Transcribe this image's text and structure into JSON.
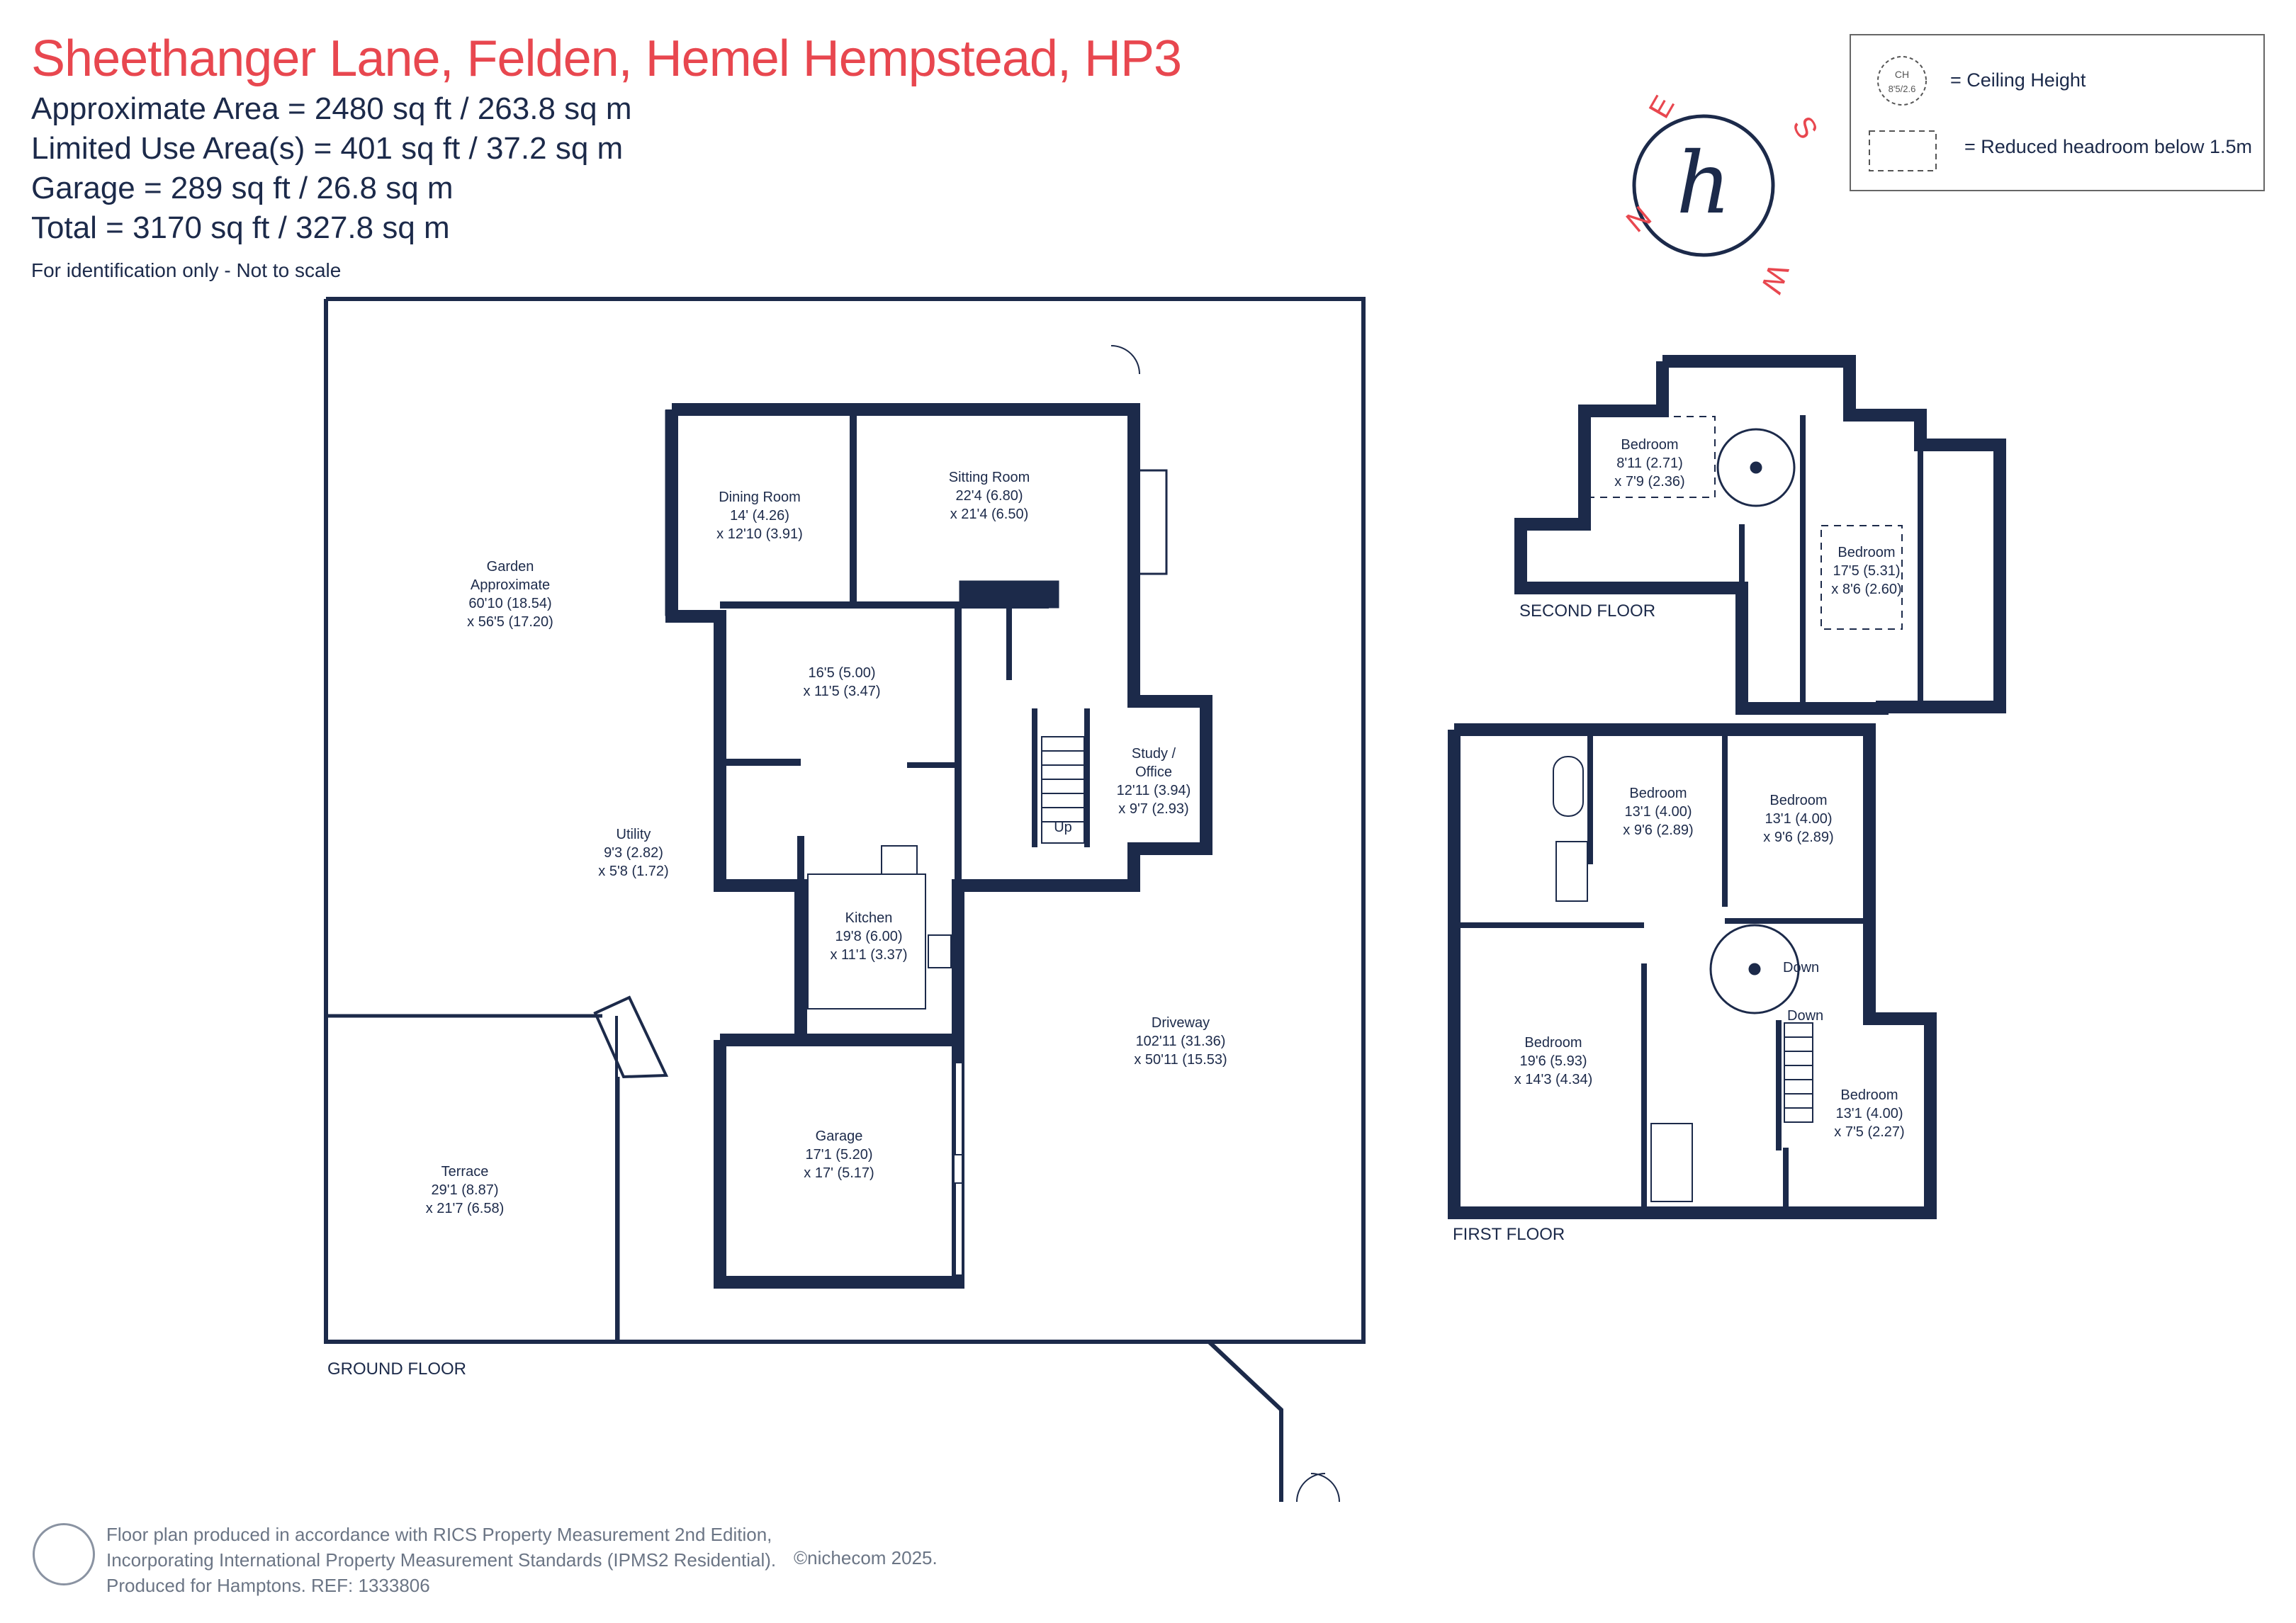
{
  "header": {
    "title": "Sheethanger Lane, Felden, Hemel Hempstead, HP3",
    "area_lines": [
      "Approximate Area = 2480 sq ft / 263.8 sq m",
      "Limited Use Area(s) = 401 sq ft / 37.2 sq m",
      "Garage = 289 sq ft / 26.8 sq m",
      "Total = 3170 sq ft / 327.8 sq m"
    ],
    "disclaimer": "For identification only - Not to scale"
  },
  "legend": {
    "ch_symbol_top": "CH",
    "ch_symbol_bottom": "8'5/2.6",
    "ceiling_height": "= Ceiling Height",
    "reduced_headroom": "= Reduced headroom below 1.5m"
  },
  "compass": {
    "n": "N",
    "e": "E",
    "s": "S",
    "w": "W",
    "logo": "h"
  },
  "floors": {
    "ground": "GROUND FLOOR",
    "first": "FIRST FLOOR",
    "second": "SECOND FLOOR"
  },
  "rooms": {
    "dining": [
      "Dining Room",
      "14' (4.26)",
      "x 12'10 (3.91)"
    ],
    "sitting": [
      "Sitting Room",
      "22'4 (6.80)",
      "x 21'4 (6.50)"
    ],
    "garden": [
      "Garden",
      "Approximate",
      "60'10 (18.54)",
      "x 56'5 (17.20)"
    ],
    "hall": [
      "16'5 (5.00)",
      "x 11'5 (3.47)"
    ],
    "study": [
      "Study /",
      "Office",
      "12'11 (3.94)",
      "x 9'7 (2.93)"
    ],
    "utility": [
      "Utility",
      "9'3 (2.82)",
      "x 5'8 (1.72)"
    ],
    "kitchen": [
      "Kitchen",
      "19'8 (6.00)",
      "x 11'1 (3.37)"
    ],
    "driveway": [
      "Driveway",
      "102'11 (31.36)",
      "x 50'11 (15.53)"
    ],
    "garage": [
      "Garage",
      "17'1 (5.20)",
      "x 17' (5.17)"
    ],
    "terrace": [
      "Terrace",
      "29'1 (8.87)",
      "x 21'7 (6.58)"
    ],
    "ff_bed1": [
      "Bedroom",
      "13'1 (4.00)",
      "x 9'6 (2.89)"
    ],
    "ff_bed2": [
      "Bedroom",
      "13'1 (4.00)",
      "x 9'6 (2.89)"
    ],
    "ff_bed3": [
      "Bedroom",
      "19'6 (5.93)",
      "x 14'3 (4.34)"
    ],
    "ff_bed4": [
      "Bedroom",
      "13'1 (4.00)",
      "x 7'5 (2.27)"
    ],
    "sf_bed1": [
      "Bedroom",
      "8'11 (2.71)",
      "x 7'9 (2.36)"
    ],
    "sf_bed2": [
      "Bedroom",
      "17'5 (5.31)",
      "x 8'6 (2.60)"
    ]
  },
  "stairs": {
    "up": "Up",
    "down": "Down"
  },
  "footer": {
    "lines": [
      "Floor plan produced in accordance with RICS Property Measurement 2nd Edition,",
      "Incorporating International Property Measurement Standards (IPMS2 Residential).",
      "Produced for Hamptons.   REF:  1333806"
    ],
    "copyright": "©nichecom 2025."
  },
  "colors": {
    "wall": "#1c2a4a",
    "title": "#e8474f",
    "text": "#1c2a4a",
    "muted": "#6b7585"
  }
}
